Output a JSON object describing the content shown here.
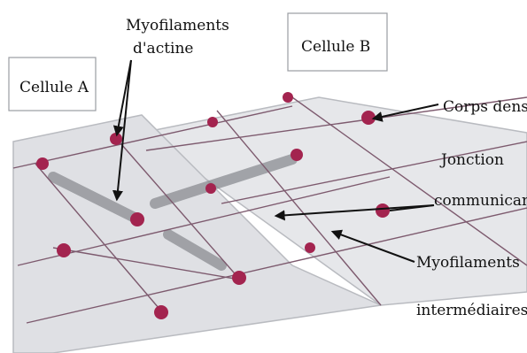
{
  "labels": {
    "cellule_a": "Cellule A",
    "cellule_b": "Cellule B",
    "myofilaments_actine_1": "Myofilaments",
    "myofilaments_actine_2": "d'actine",
    "corps_dense": "Corps dense",
    "jonction_1": "Jonction",
    "jonction_2": "communicante",
    "myofilaments_inter_1": "Myofilaments",
    "myofilaments_inter_2": "intermédiaires"
  },
  "colors": {
    "cell_fill": "#e6e7ea",
    "cell_edge": "#b9bbc0",
    "filament": "#7d5a6e",
    "dense_body": "#a3244f",
    "intermediate": "#8b8d92",
    "arrow": "#111111"
  }
}
